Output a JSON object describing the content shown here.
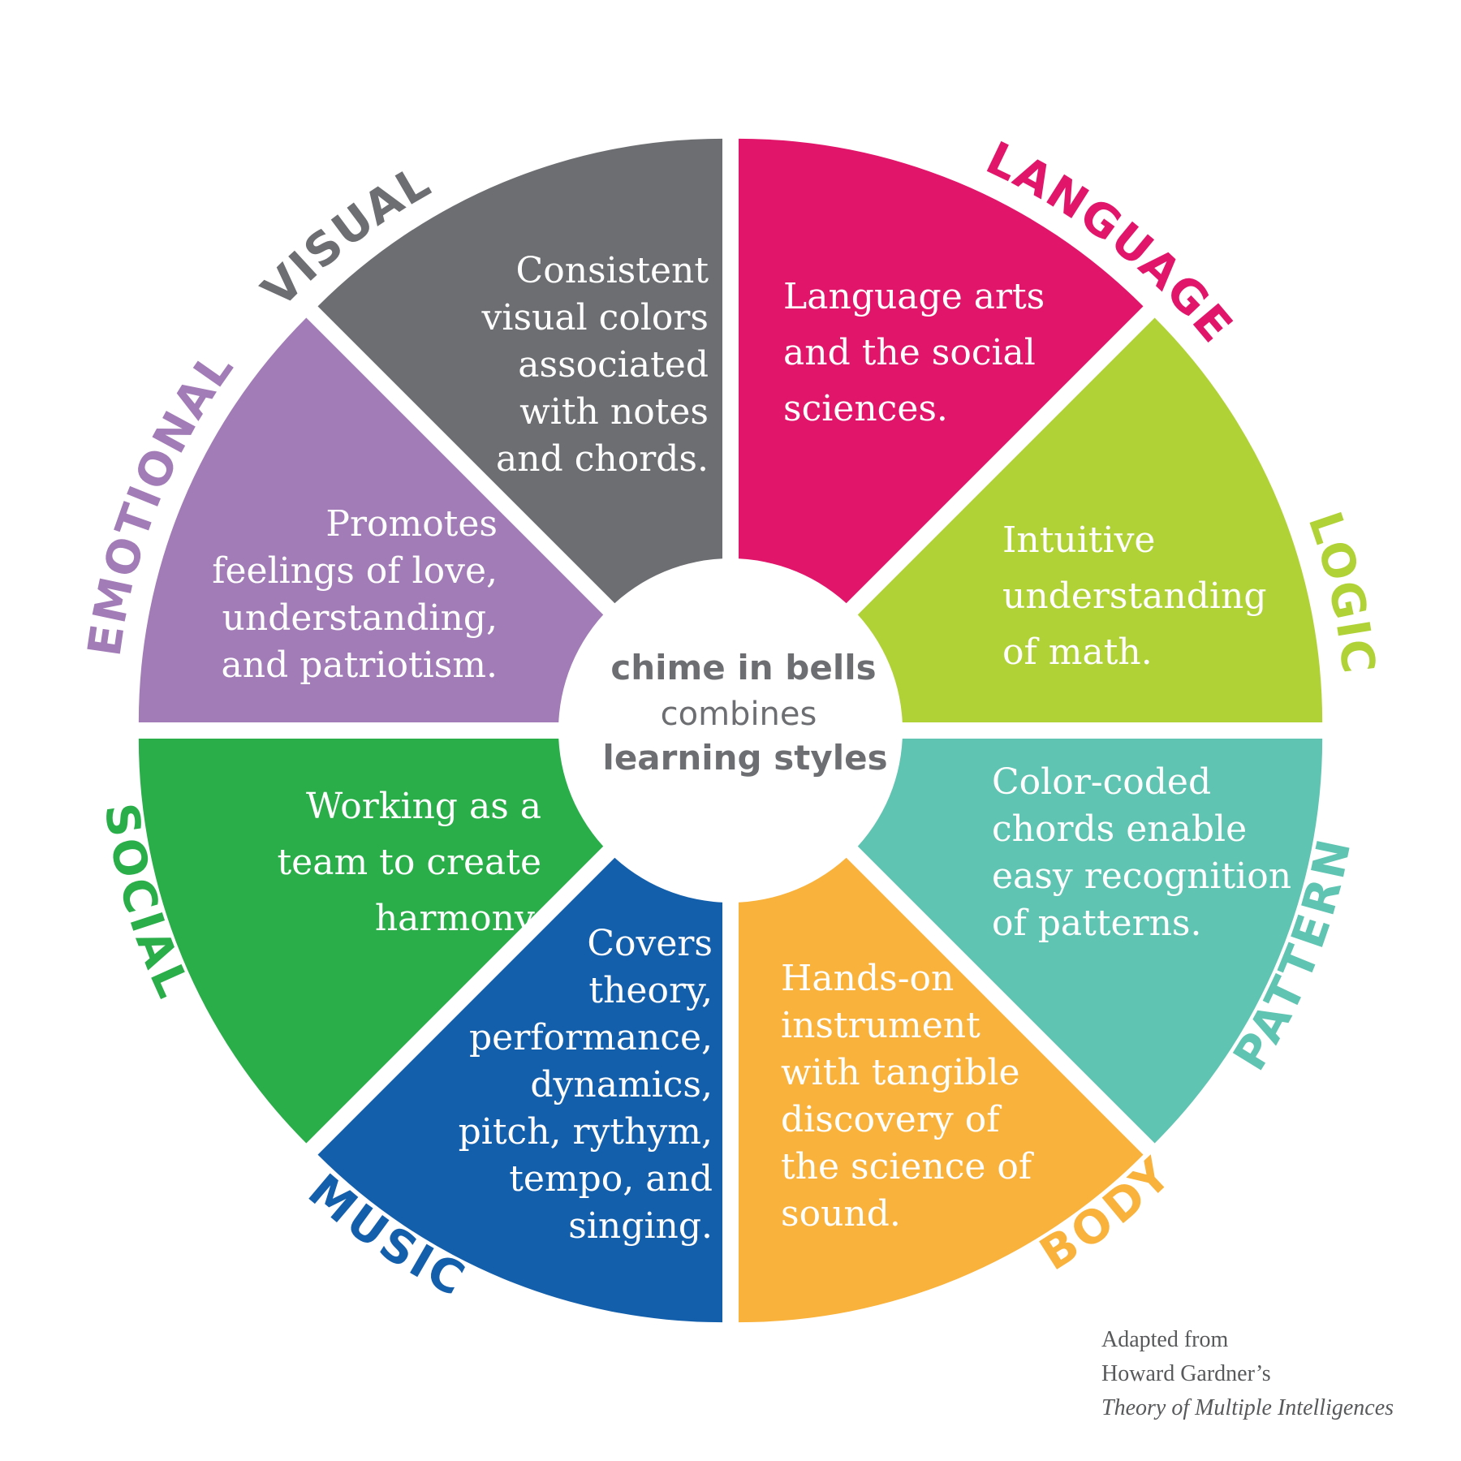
{
  "center": {
    "line1": "chime in bells",
    "line2": "combines",
    "line3": "learning styles"
  },
  "segments": [
    {
      "id": "language",
      "label": "LANGUAGE",
      "color": "#e1166b",
      "lines": [
        "Language arts",
        "and the social",
        "sciences."
      ]
    },
    {
      "id": "logic",
      "label": "LOGIC",
      "color": "#b0d236",
      "lines": [
        "Intuitive",
        "understanding",
        "of math."
      ]
    },
    {
      "id": "pattern",
      "label": "PATTERN",
      "color": "#5fc4b1",
      "lines": [
        "Color-coded",
        "chords enable",
        "easy recognition",
        "of patterns."
      ]
    },
    {
      "id": "body",
      "label": "BODY",
      "color": "#f9b23b",
      "lines": [
        "Hands-on",
        "instrument",
        "with tangible",
        "discovery of",
        "the science of",
        "sound."
      ]
    },
    {
      "id": "music",
      "label": "MUSIC",
      "color": "#145fac",
      "lines": [
        "Covers",
        "theory,",
        "performance,",
        "dynamics,",
        "pitch, rythym,",
        "tempo, and",
        "singing."
      ]
    },
    {
      "id": "social",
      "label": "SOCIAL",
      "color": "#2aae4a",
      "lines": [
        "Working as a",
        "team to create",
        "harmony."
      ]
    },
    {
      "id": "emotional",
      "label": "EMOTIONAL",
      "color": "#a27cb6",
      "lines": [
        "Promotes",
        "feelings of love,",
        "understanding,",
        "and patriotism."
      ]
    },
    {
      "id": "visual",
      "label": "VISUAL",
      "color": "#6d6e71",
      "lines": [
        "Consistent",
        "visual colors",
        "associated",
        "with notes",
        "and chords."
      ]
    }
  ],
  "credit": {
    "line1": "Adapted from",
    "line2": "Howard Gardner’s",
    "line3": "Theory of Multiple Intelligences"
  }
}
